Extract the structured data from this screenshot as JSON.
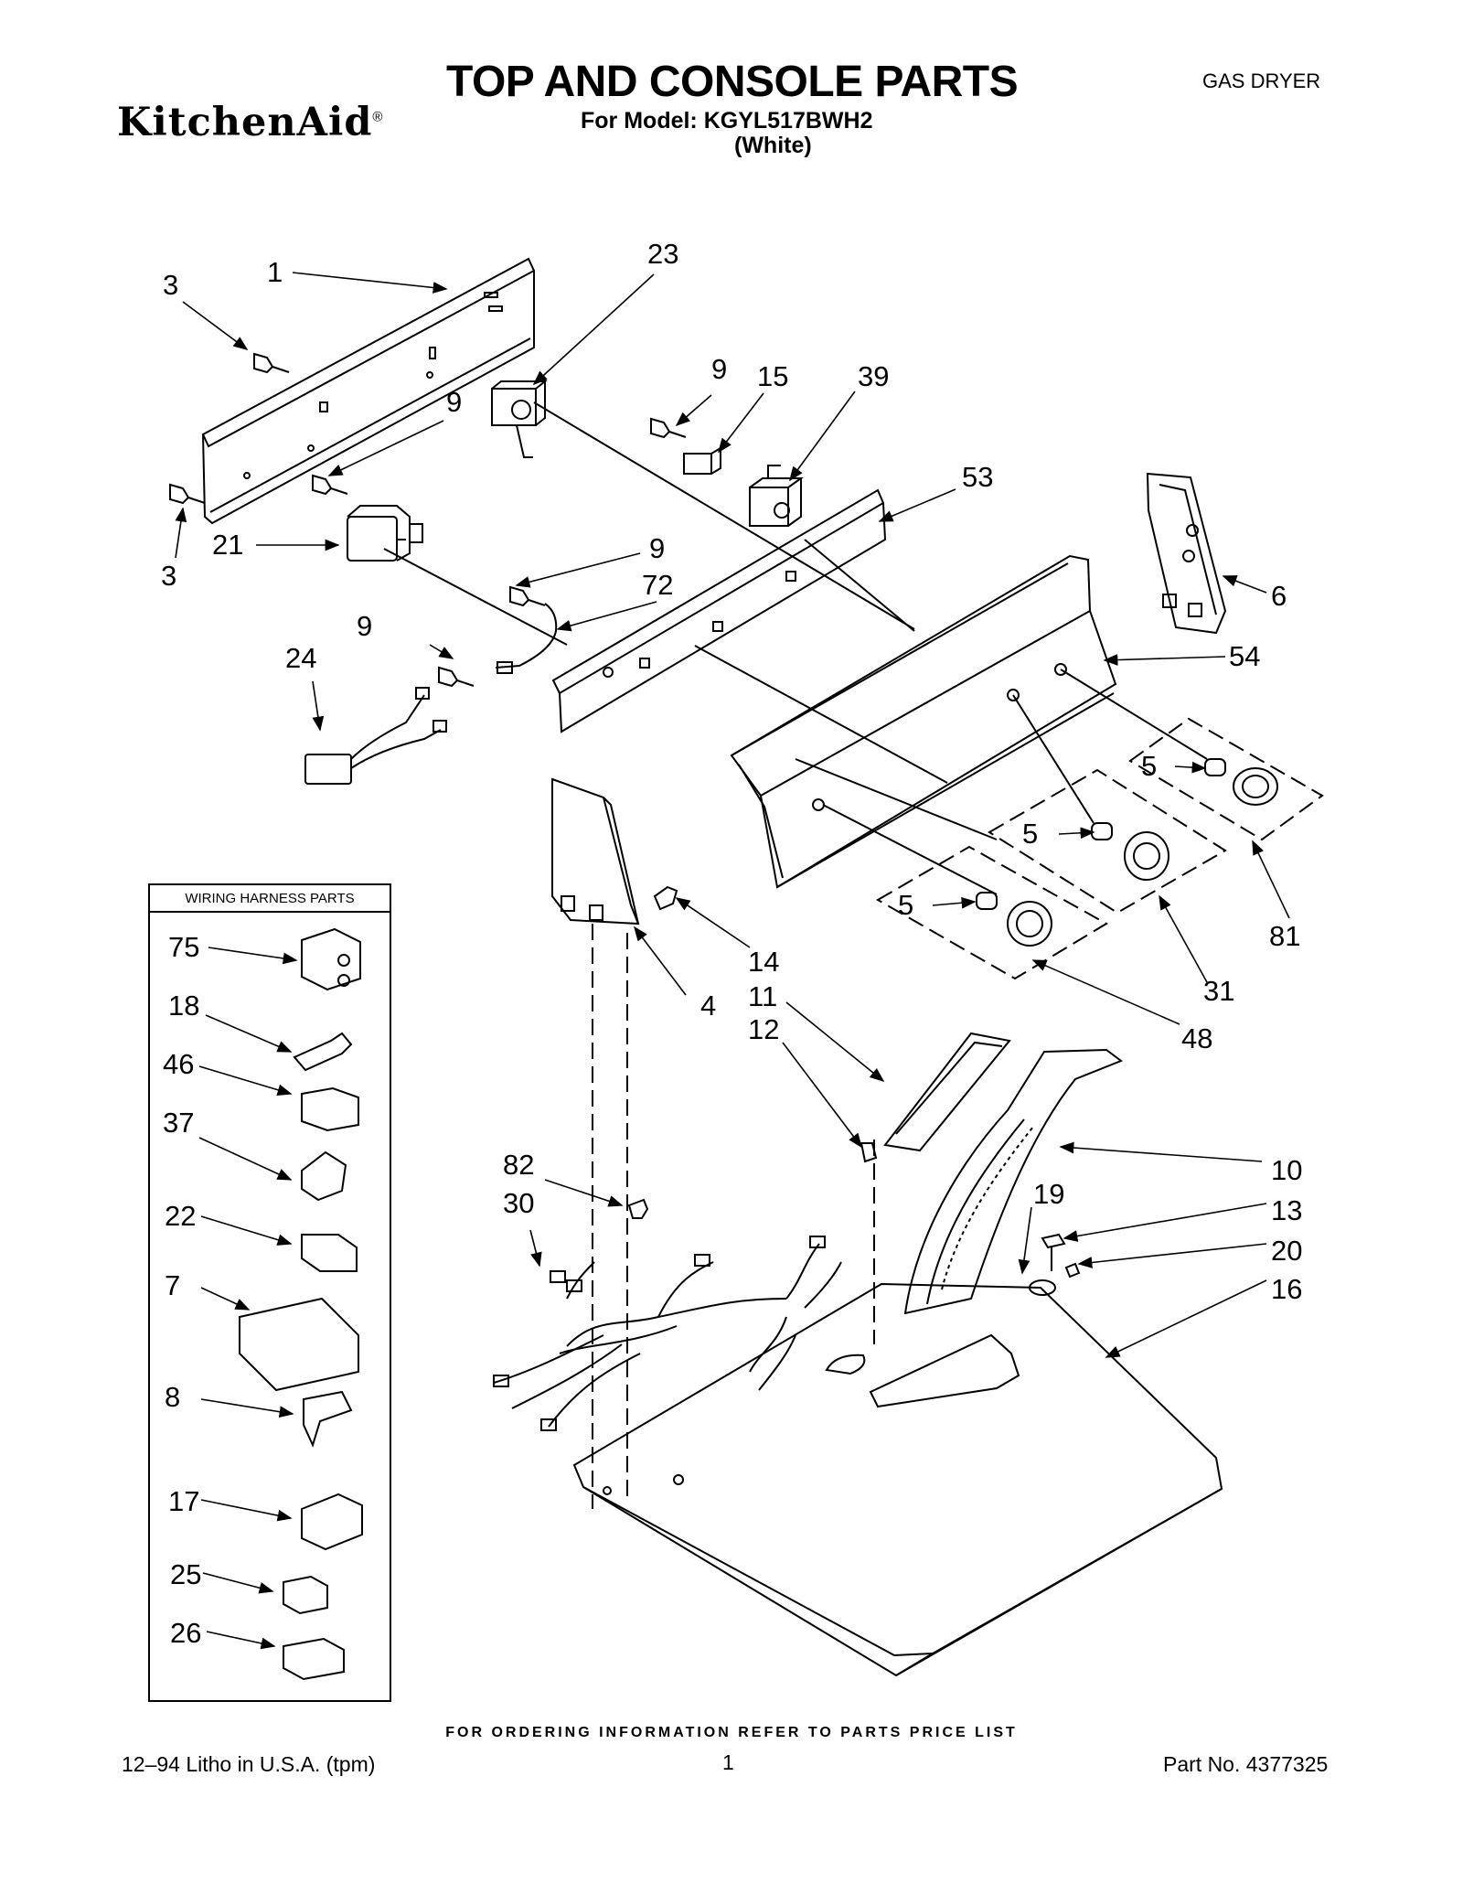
{
  "header": {
    "title": "TOP AND CONSOLE PARTS",
    "model_line": "For Model: KGYL517BWH2",
    "color_line": "(White)",
    "dryer_type": "GAS DRYER",
    "brand": "KitchenAid",
    "brand_mark": "®"
  },
  "wiring_harness": {
    "title": "WIRING HARNESS PARTS"
  },
  "callouts": [
    "1",
    "3",
    "3",
    "3",
    "23",
    "9",
    "9",
    "9",
    "9",
    "15",
    "39",
    "53",
    "21",
    "72",
    "24",
    "6",
    "54",
    "5",
    "5",
    "5",
    "81",
    "31",
    "48",
    "14",
    "4",
    "11",
    "12",
    "10",
    "19",
    "13",
    "20",
    "16",
    "82",
    "30",
    "75",
    "18",
    "46",
    "37",
    "22",
    "7",
    "8",
    "17",
    "25",
    "26"
  ],
  "footer": {
    "ordering_note": "FOR ORDERING INFORMATION REFER TO PARTS PRICE LIST",
    "litho": "12–94 Litho in U.S.A. (tpm)",
    "page_number": "1",
    "part_number": "Part No. 4377325"
  }
}
